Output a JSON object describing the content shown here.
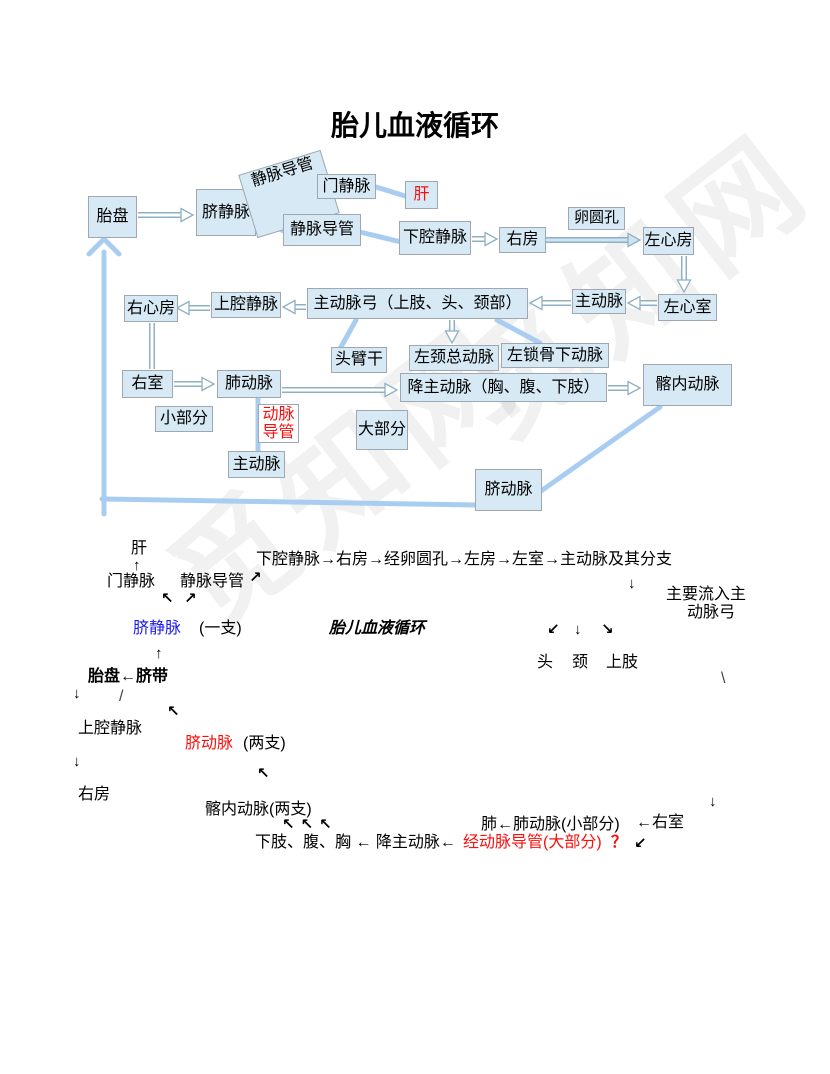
{
  "title": "胎儿血液循环",
  "watermark": "觅知网",
  "colors": {
    "box_fill": "#d6e9f4",
    "box_border": "#9fa8b0",
    "thick_line_blue": "#a9cdf1",
    "arrow_outline": "#8fb0c2",
    "arrow_fill_blue": "#cfe4f2",
    "text_red": "#fa0f0c",
    "text_blue": "#1a1aee"
  },
  "flowchart": {
    "boxes": [
      {
        "label": "胎盘"
      },
      {
        "label": "脐静脉"
      },
      {
        "label": "静脉导管"
      },
      {
        "label": "门静脉"
      },
      {
        "label": "肝"
      },
      {
        "label": "静脉导管"
      },
      {
        "label": "下腔静脉"
      },
      {
        "label": "右房"
      },
      {
        "label": "卵圆孔"
      },
      {
        "label": "左心房"
      },
      {
        "label": "左心室"
      },
      {
        "label": "主动脉"
      },
      {
        "label": "主动脉弓（上肢、头、颈部）"
      },
      {
        "label": "上腔静脉"
      },
      {
        "label": "右心房"
      },
      {
        "label": "右室"
      },
      {
        "label": "肺动脉"
      },
      {
        "label": "小部分"
      },
      {
        "label": "动脉导管"
      },
      {
        "label": "头臂干"
      },
      {
        "label": "左颈总动脉"
      },
      {
        "label": "左锁骨下动脉"
      },
      {
        "label": "降主动脉（胸、腹、下肢）"
      },
      {
        "label": "大部分"
      },
      {
        "label": "髂内动脉"
      },
      {
        "label": "主动脉"
      },
      {
        "label": "脐动脉"
      }
    ]
  },
  "summary": {
    "items": [
      {
        "t": "肝"
      },
      {
        "t": "↑"
      },
      {
        "t": "门静脉"
      },
      {
        "t": "静脉导管"
      },
      {
        "t": "↗"
      },
      {
        "t": "↖"
      },
      {
        "t": "↗"
      },
      {
        "t": "下腔静脉→右房→经卵圆孔→左房→左室→主动脉及其分支"
      },
      {
        "t": "↓"
      },
      {
        "t": "主要流入主"
      },
      {
        "t": "动脉弓"
      },
      {
        "t": "脐静脉"
      },
      {
        "t": "(一支)"
      },
      {
        "t": "胎儿血液循环"
      },
      {
        "t": "↙"
      },
      {
        "t": "↓"
      },
      {
        "t": "↘"
      },
      {
        "t": "↑"
      },
      {
        "t": "头"
      },
      {
        "t": "颈"
      },
      {
        "t": "上肢"
      },
      {
        "t": "\\"
      },
      {
        "t": "胎盘←脐带"
      },
      {
        "t": "↓"
      },
      {
        "t": "/"
      },
      {
        "t": "↖"
      },
      {
        "t": "上腔静脉"
      },
      {
        "t": "脐动脉"
      },
      {
        "t": "(两支)"
      },
      {
        "t": "↓"
      },
      {
        "t": "↖"
      },
      {
        "t": "右房"
      },
      {
        "t": "髂内动脉(两支)"
      },
      {
        "t": "↖↖↖"
      },
      {
        "t": "↓"
      },
      {
        "t": "肺←肺动脉(小部分)"
      },
      {
        "t": "←右室"
      },
      {
        "t": "下肢、腹、胸 ← 降主动脉←"
      },
      {
        "t": "经动脉导管(大部分)"
      },
      {
        "t": "？"
      },
      {
        "t": "↙"
      }
    ]
  }
}
